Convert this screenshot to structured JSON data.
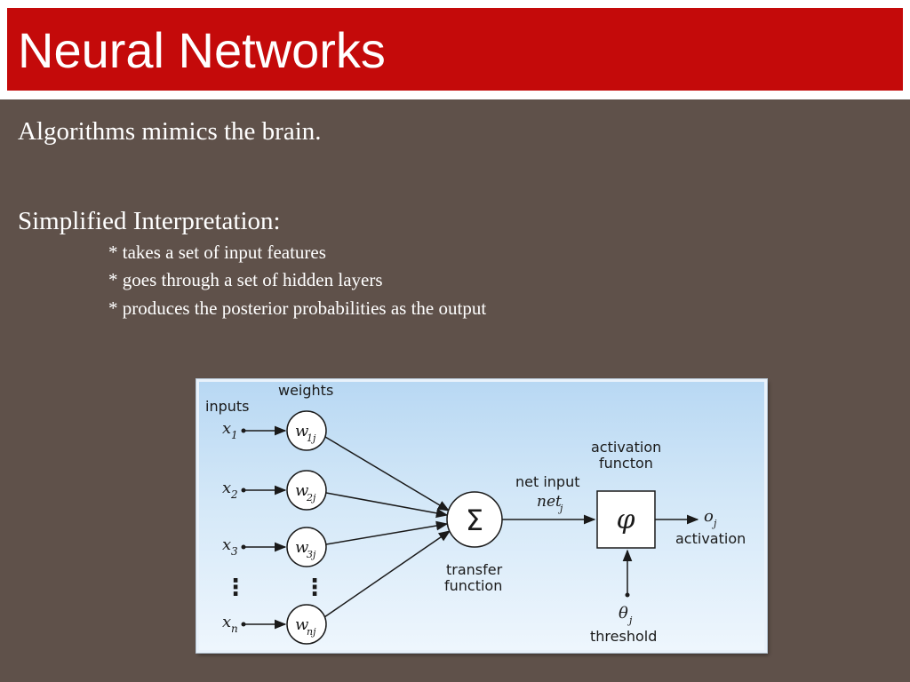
{
  "slide": {
    "title": "Neural Networks",
    "intro": "Algorithms mimics the brain.",
    "subheading": "Simplified Interpretation:",
    "bullets": [
      "* takes a set of input features",
      "* goes through a set of hidden layers",
      "* produces the posterior probabilities as the output"
    ]
  },
  "diagram": {
    "labels": {
      "weights": "weights",
      "inputs": "inputs",
      "net_input": "net input",
      "activation_function_line1": "activation",
      "activation_function_line2": "functon",
      "transfer_function_line1": "transfer",
      "transfer_function_line2": "function",
      "activation": "activation",
      "threshold": "threshold"
    },
    "symbols": {
      "sum": "Σ",
      "phi": "φ",
      "vertical_dots": "⋮"
    },
    "inputs": [
      {
        "base": "x",
        "sub": "1"
      },
      {
        "base": "x",
        "sub": "2"
      },
      {
        "base": "x",
        "sub": "3"
      },
      {
        "base": "x",
        "sub": "n"
      }
    ],
    "weights": [
      {
        "base": "w",
        "sub": "1j"
      },
      {
        "base": "w",
        "sub": "2j"
      },
      {
        "base": "w",
        "sub": "3j"
      },
      {
        "base": "w",
        "sub": "nj"
      }
    ],
    "net": {
      "base": "net",
      "sub": "j"
    },
    "output": {
      "base": "o",
      "sub": "j"
    },
    "theta": {
      "base": "θ",
      "sub": "j"
    }
  },
  "colors": {
    "background": "#5f514a",
    "title_bar": "#c40a0a",
    "text": "#ffffff"
  }
}
